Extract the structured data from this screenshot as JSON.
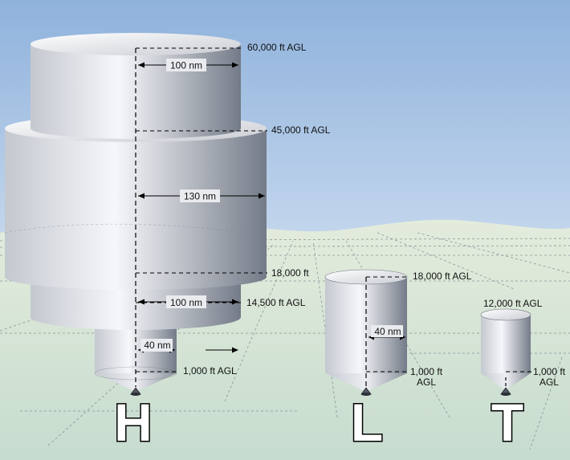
{
  "colors": {
    "sky_top": "#8fb2dc",
    "sky_bottom": "#f4f8fc",
    "ground_far": "#e4ecdc",
    "ground_near": "#c6dccf",
    "cylinder_light": "#f6f7fa",
    "cylinder_dark": "#747b88"
  },
  "service_volumes": [
    {
      "class_letter": "H",
      "altitude_labels": [
        "60,000 ft AGL",
        "45,000 ft AGL",
        "18,000 ft",
        "14,500 ft AGL",
        "1,000 ft AGL"
      ],
      "radius_labels": [
        "100 nm",
        "130 nm",
        "100 nm",
        "40 nm"
      ]
    },
    {
      "class_letter": "L",
      "altitude_labels": [
        "18,000 ft AGL",
        "1,000 ft",
        "AGL"
      ],
      "radius_labels": [
        "40 nm"
      ]
    },
    {
      "class_letter": "T",
      "altitude_labels": [
        "12,000 ft AGL",
        "1,000 ft",
        "AGL"
      ],
      "radius_labels": []
    }
  ]
}
